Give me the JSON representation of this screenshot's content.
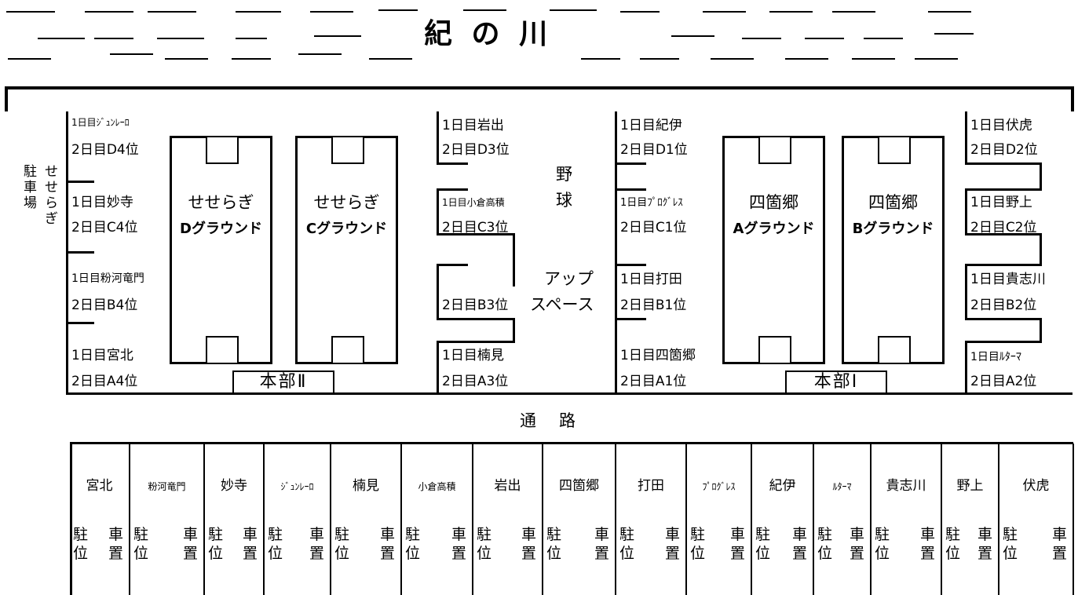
{
  "river": {
    "name": "紀 の 川"
  },
  "parking_side": {
    "label_col1": "駐車場",
    "label_col2": "せせらぎ"
  },
  "road": {
    "label": "通　路"
  },
  "fields": [
    {
      "l1": "せせらぎ",
      "l2": "Dグラウンド"
    },
    {
      "l1": "せせらぎ",
      "l2": "Cグラウンド"
    },
    {
      "l1": "四箇郷",
      "l2": "Aグラウンド"
    },
    {
      "l1": "四箇郷",
      "l2": "Bグラウンド"
    }
  ],
  "headquarters": {
    "hq2": "本部Ⅱ",
    "hq1": "本部Ⅰ"
  },
  "baseball": {
    "line1": "野",
    "line2": "球",
    "line3": "アップ",
    "line4": "スペース"
  },
  "slots": {
    "col1": [
      {
        "d1": "1日目ｼﾞｭﾝﾚｰﾛ",
        "d2": "2日目D4位"
      },
      {
        "d1": "1日目妙寺",
        "d2": "2日目C4位"
      },
      {
        "d1": "1日目粉河竜門",
        "d2": "2日目B4位"
      },
      {
        "d1": "1日目宮北",
        "d2": "2日目A4位"
      }
    ],
    "col2": [
      {
        "d1": "1日目岩出",
        "d2": "2日目D3位"
      },
      {
        "d1": "1日目小倉高積",
        "d2": "2日目C3位"
      },
      {
        "d1": "",
        "d2": "2日目B3位"
      },
      {
        "d1": "1日目楠見",
        "d2": "2日目A3位"
      }
    ],
    "col3": [
      {
        "d1": "1日目紀伊",
        "d2": "2日目D1位"
      },
      {
        "d1": "1日目ﾌﾟﾛｸﾞﾚｽ",
        "d2": "2日目C1位"
      },
      {
        "d1": "1日目打田",
        "d2": "2日目B1位"
      },
      {
        "d1": "1日目四箇郷",
        "d2": "2日目A1位"
      }
    ],
    "col4": [
      {
        "d1": "1日目伏虎",
        "d2": "2日目D2位"
      },
      {
        "d1": "1日目野上",
        "d2": "2日目C2位"
      },
      {
        "d1": "1日目貴志川",
        "d2": "2日目B2位"
      },
      {
        "d1": "1日目ﾙﾀｰﾏ",
        "d2": "2日目A2位"
      }
    ]
  },
  "parking": {
    "cell_left": "駐位",
    "cell_right": "車置",
    "teams": [
      "宮北",
      "粉河竜門",
      "妙寺",
      "ｼﾞｭﾝﾚｰﾛ",
      "楠見",
      "小倉高積",
      "岩出",
      "四箇郷",
      "打田",
      "ﾌﾟﾛｸﾞﾚｽ",
      "紀伊",
      "ﾙﾀｰﾏ",
      "貴志川",
      "野上",
      "伏虎"
    ]
  }
}
